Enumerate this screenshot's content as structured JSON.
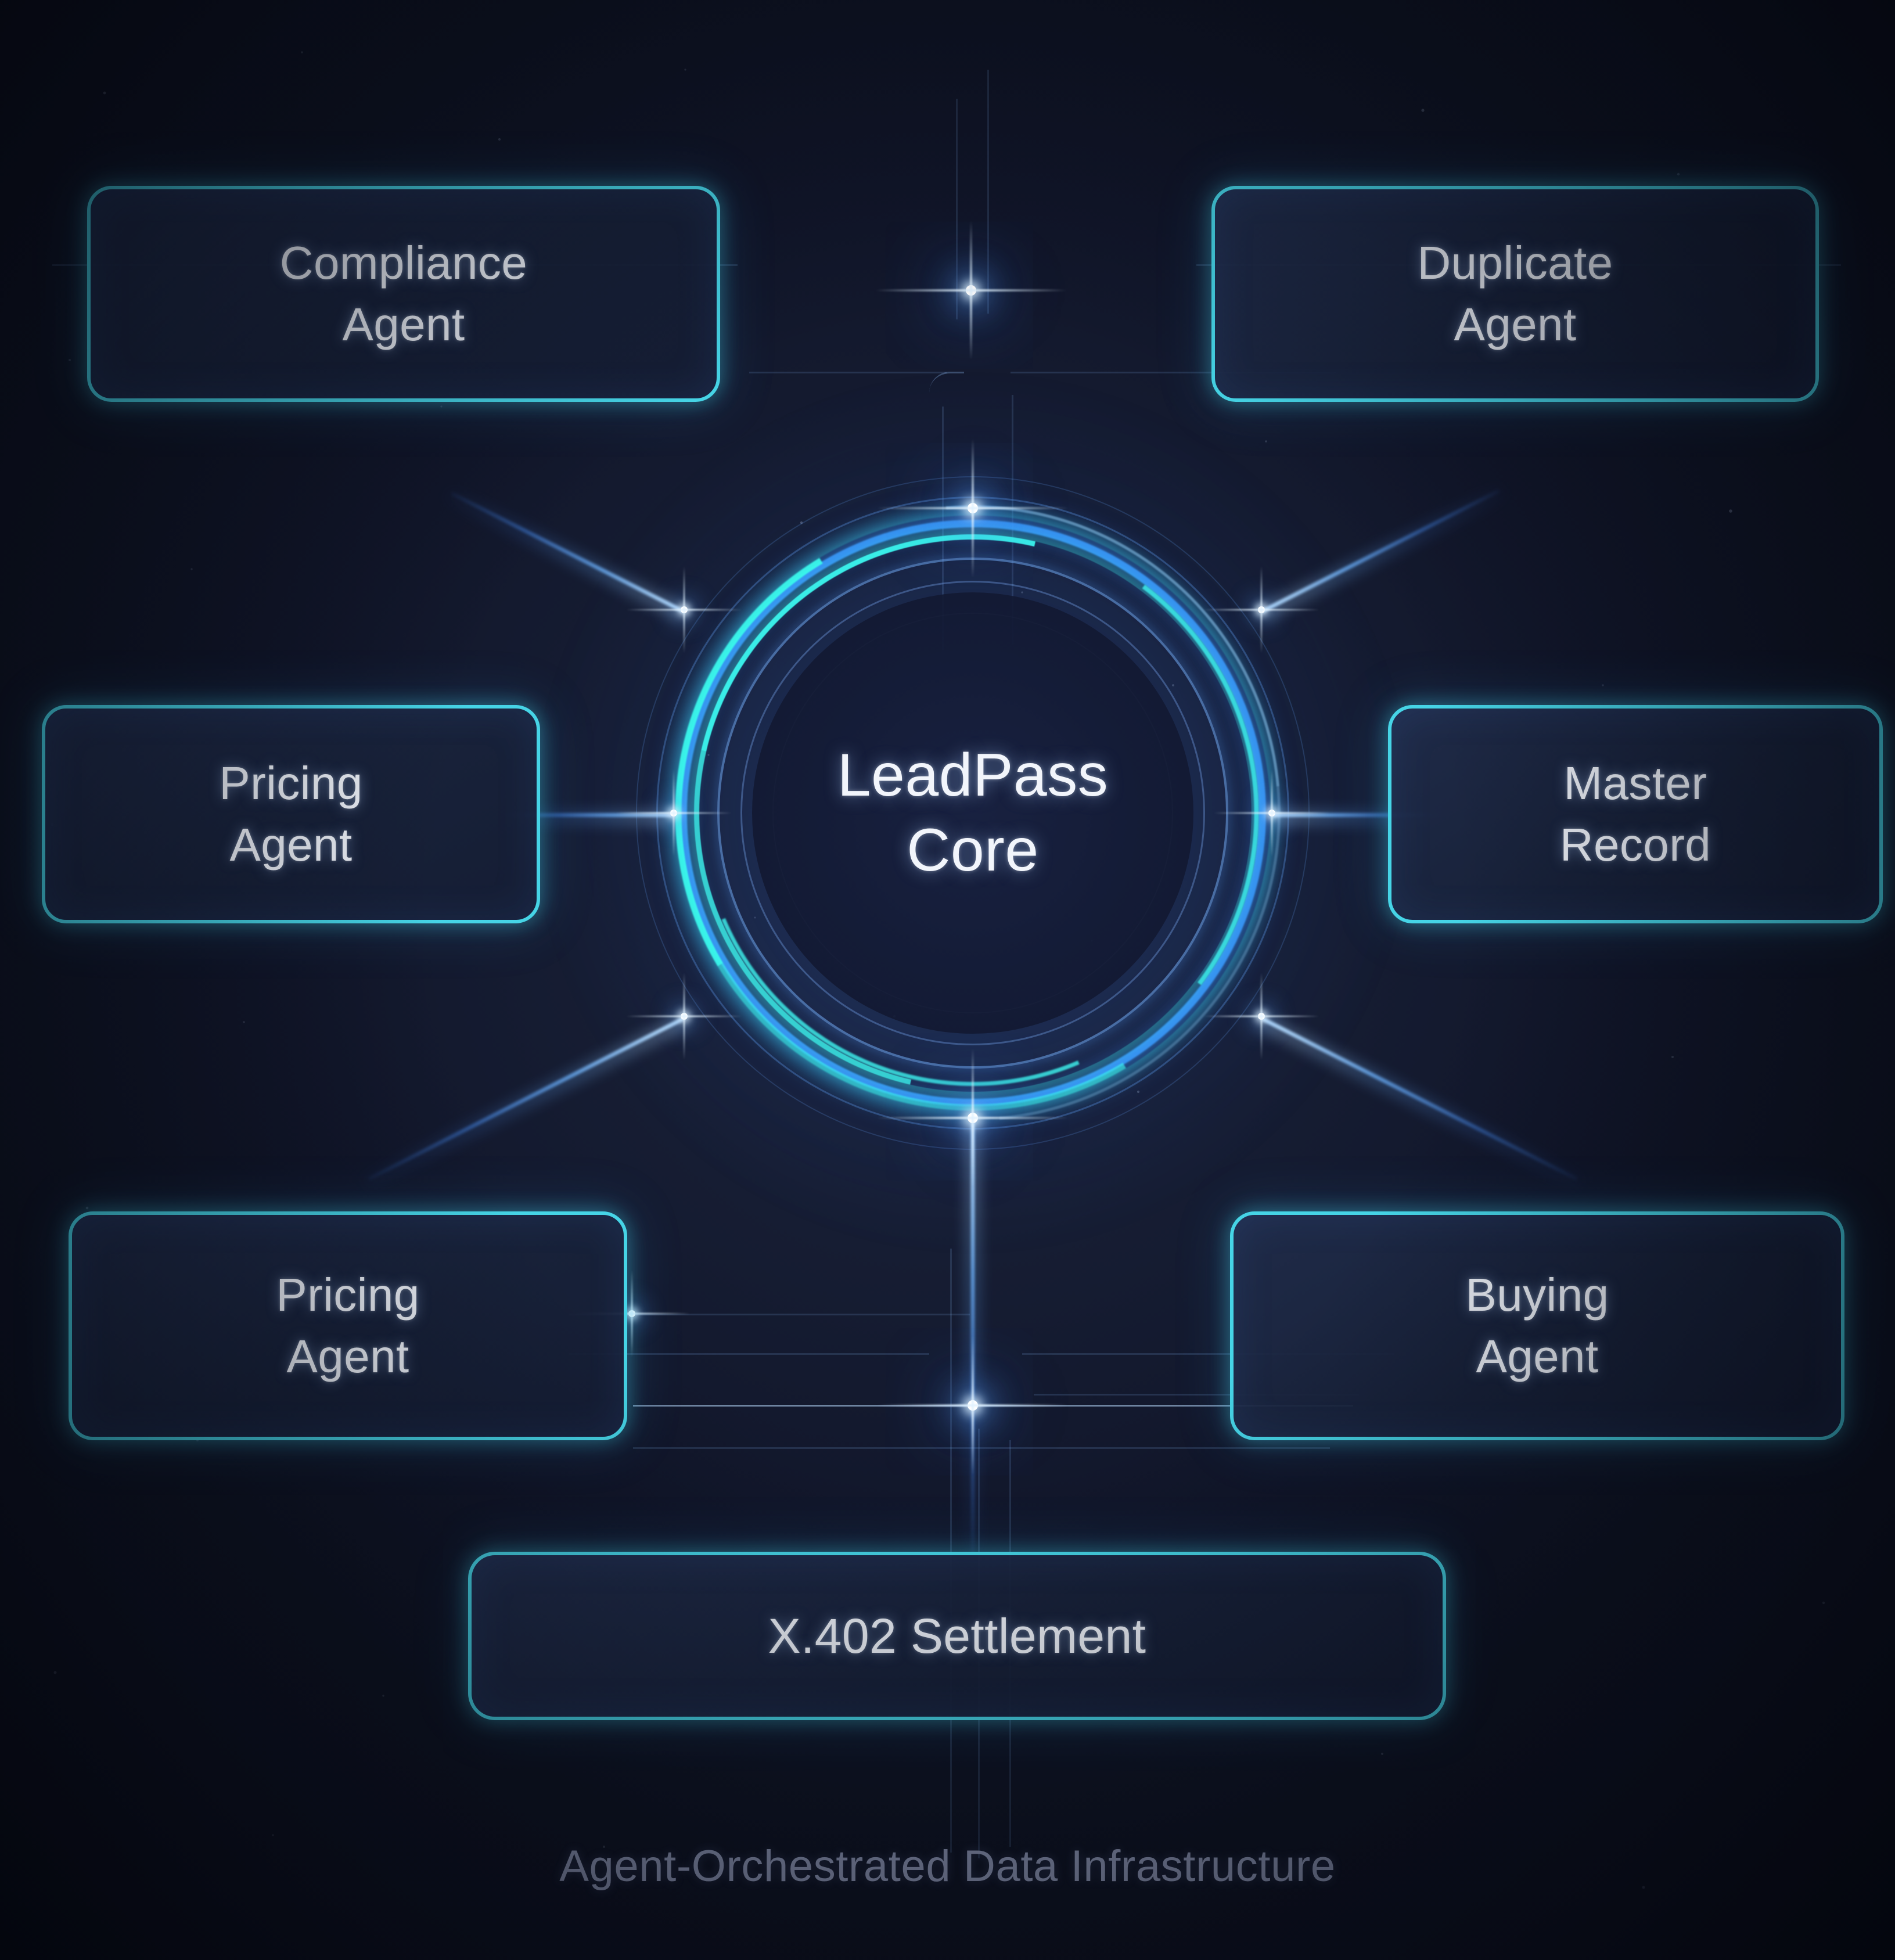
{
  "diagram": {
    "title": "LeadPass Core",
    "caption": "Agent-Orchestrated Data Infrastructure",
    "center": {
      "label": "LeadPass\nCore",
      "line1": "LeadPass",
      "line2": "Core"
    },
    "nodes": [
      {
        "id": "compliance-agent",
        "label": "Compliance\nAgent",
        "position": "top-left"
      },
      {
        "id": "duplicate-agent",
        "label": "Duplicate\nAgent",
        "position": "top-right"
      },
      {
        "id": "pricing-agent-left",
        "label": "Pricing\nAgent",
        "position": "middle-left"
      },
      {
        "id": "master-record",
        "label": "Master\nRecord",
        "position": "middle-right"
      },
      {
        "id": "pricing-agent-bottom",
        "label": "Pricing\nAgent",
        "position": "bottom-left"
      },
      {
        "id": "buying-agent",
        "label": "Buying\nAgent",
        "position": "bottom-right"
      },
      {
        "id": "x402-settlement",
        "label": "X.402 Settlement",
        "position": "bottom-center"
      }
    ],
    "colors": {
      "background": "#0e1322",
      "box_border": "#46d4e6",
      "box_fill": "#1d2844",
      "ring_cyan": "#3ceaea",
      "ring_blue": "#3a96ff",
      "node_glow": "#9fd0ff",
      "text": "#eef2f9",
      "caption_text": "#8e97b5"
    }
  }
}
